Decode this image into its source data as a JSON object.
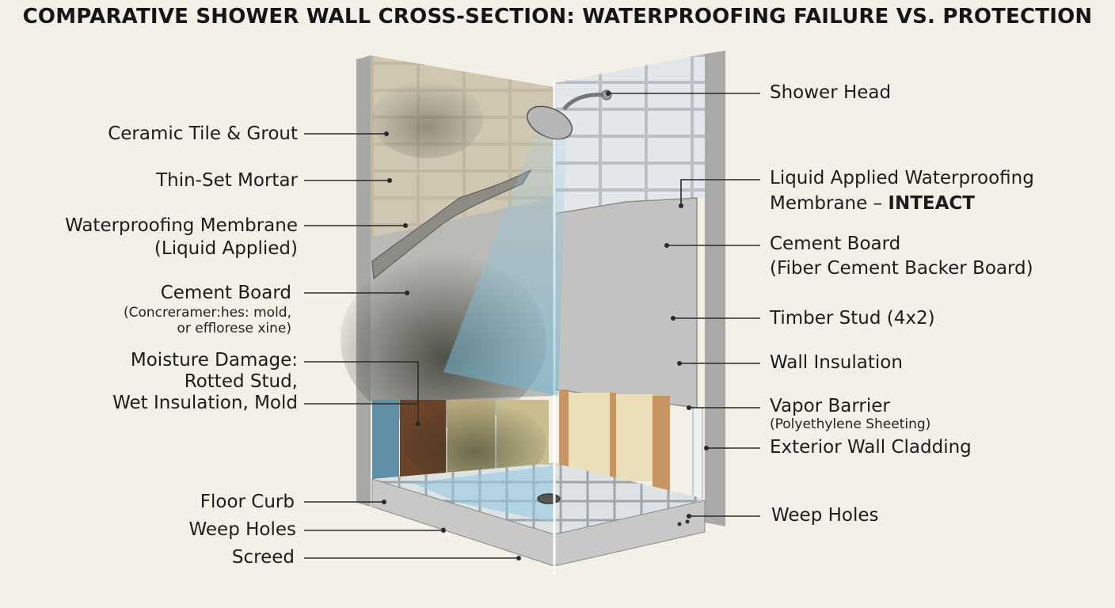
{
  "title": "COMPARATIVE SHOWER WALL CROSS-SECTION: WATERPROOFING FAILURE VS. PROTECTION",
  "left_labels": {
    "tile": "Ceramic Tile & Grout",
    "thinset": "Thin-Set Mortar",
    "membrane_line1": "Waterproofing Membrane",
    "membrane_line2": "(Liquid Applied)",
    "cement_line1": "Cement Board",
    "cement_sub1": "(Concreramer:hes: mold,",
    "cement_sub2": "or efflorese xine)",
    "moisture_line1": "Moisture Damage:",
    "moisture_line2": "Rotted Stud,",
    "moisture_line3": "Wet Insulation, Mold",
    "curb": "Floor Curb",
    "weep": "Weep Holes",
    "screed": "Screed"
  },
  "right_labels": {
    "shower_head": "Shower Head",
    "liquid_line1": "Liquid Applied Waterproofing",
    "liquid_line2_prefix": "Membrane – ",
    "liquid_line2_bold": "INTEACT",
    "cement_line1": "Cement Board",
    "cement_line2": "(Fiber Cement Backer Board)",
    "stud": "Timber Stud (4x2)",
    "insulation": "Wall Insulation",
    "vapor_line1": "Vapor Barrier",
    "vapor_sub": "(Polyethylene Sheeting)",
    "cladding": "Exterior Wall Cladding",
    "weep": "Weep Holes"
  },
  "colors": {
    "background": "#f3f0e8",
    "tile_damaged": "#b9b09a",
    "tile_clean": "#dfe3e6",
    "cement_board": "#bdbdbb",
    "mold": "#3a3a2e",
    "stud_rotted": "#6b4328",
    "stud_good": "#c69561",
    "insulation": "#e9dcb2",
    "water": "#8ec6de"
  }
}
